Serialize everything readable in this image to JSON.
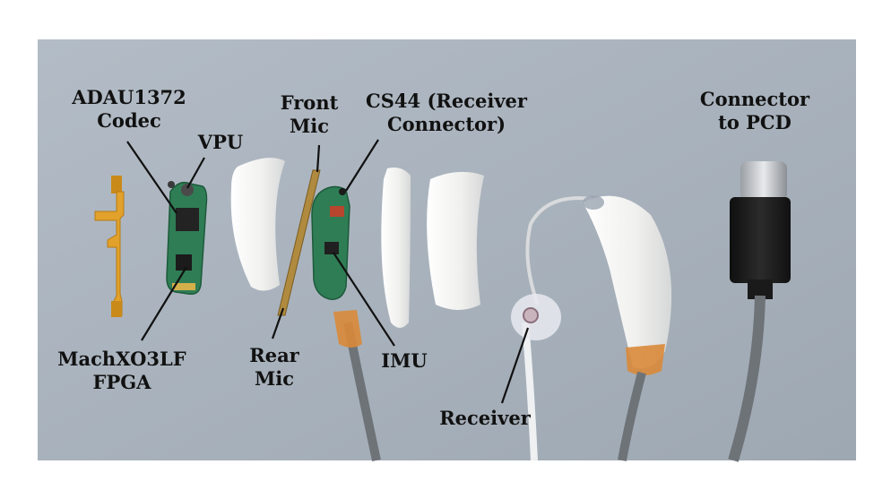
{
  "figure": {
    "colors": {
      "background_board": "#a9b2bc",
      "flex_pcb": "#e2a12a",
      "pcb_green": "#2f7d55",
      "silicone_shell": "#f4f4f2",
      "cable_gray": "#6e7378",
      "connector_black": "#1c1c1c",
      "label_text": "#111111"
    },
    "labels": {
      "codec": {
        "line1": "ADAU1372",
        "line2": "Codec"
      },
      "vpu": {
        "line1": "VPU"
      },
      "front_mic": {
        "line1": "Front",
        "line2": "Mic"
      },
      "cs44": {
        "line1": "CS44 (Receiver",
        "line2": "Connector)"
      },
      "connector_pcd": {
        "line1": "Connector",
        "line2": "to PCD"
      },
      "fpga": {
        "line1": "MachXO3LF",
        "line2": "FPGA"
      },
      "rear_mic": {
        "line1": "Rear",
        "line2": "Mic"
      },
      "imu": {
        "line1": "IMU"
      },
      "receiver": {
        "line1": "Receiver"
      }
    }
  }
}
